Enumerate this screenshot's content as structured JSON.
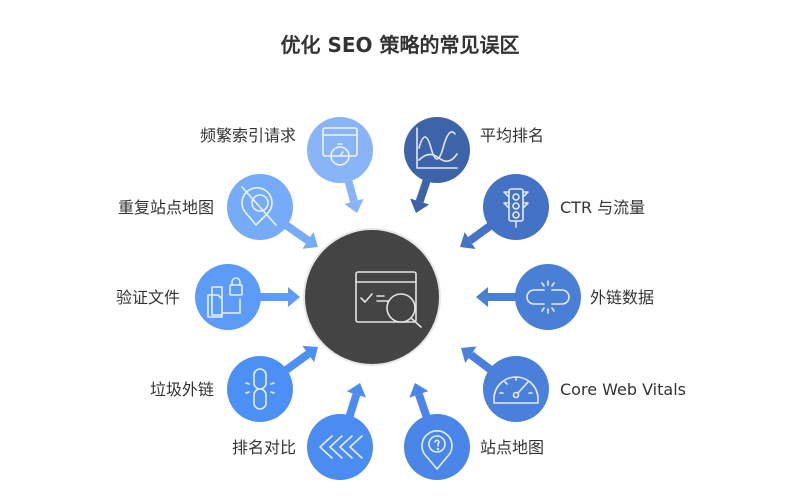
{
  "title": "优化 SEO 策略的常见误区",
  "center": {
    "icon": "search-checklist-icon",
    "color": "#444444"
  },
  "items": [
    {
      "label": "频繁索引请求",
      "icon": "browser-stopwatch-icon",
      "color": "#8ab4f8"
    },
    {
      "label": "平均排名",
      "icon": "line-chart-icon",
      "color": "#3d64a8"
    },
    {
      "label": "CTR 与流量",
      "icon": "traffic-light-icon",
      "color": "#4472c4"
    },
    {
      "label": "外链数据",
      "icon": "broken-link-icon",
      "color": "#4a7fd6"
    },
    {
      "label": "Core Web Vitals",
      "icon": "speedometer-icon",
      "color": "#4a80dc"
    },
    {
      "label": "站点地图",
      "icon": "map-pin-question-icon",
      "color": "#4a86e8"
    },
    {
      "label": "排名对比",
      "icon": "chevrons-left-icon",
      "color": "#4a8cf0"
    },
    {
      "label": "垃圾外链",
      "icon": "chain-link-icon",
      "color": "#4d90f5"
    },
    {
      "label": "验证文件",
      "icon": "file-lock-icon",
      "color": "#5c9cf8"
    },
    {
      "label": "重复站点地图",
      "icon": "location-off-icon",
      "color": "#76abf8"
    }
  ]
}
